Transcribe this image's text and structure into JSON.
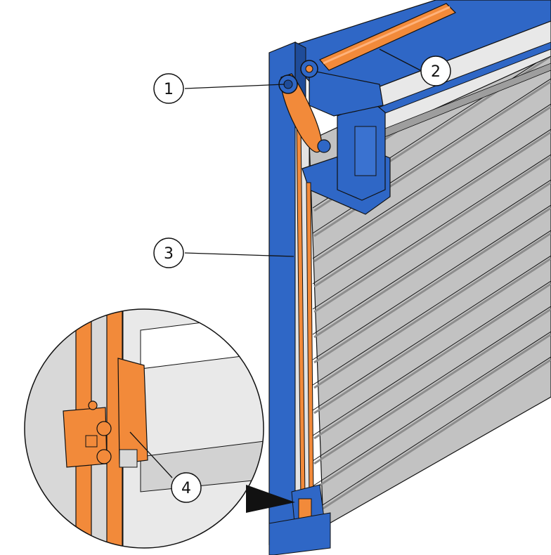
{
  "colors": {
    "frame_blue": "#2f67c6",
    "frame_blue_dark": "#1f4c99",
    "belt_orange": "#f28a3a",
    "belt_orange_dark": "#c9621d",
    "slat_grey": "#b9b9b9",
    "slat_light": "#d9d9d9",
    "slat_dark": "#8d8d8d",
    "outline": "#111111",
    "background": "#ffffff"
  },
  "callouts": [
    {
      "id": "1",
      "label": "1",
      "target": "belt-pulley"
    },
    {
      "id": "2",
      "label": "2",
      "target": "shaft"
    },
    {
      "id": "3",
      "label": "3",
      "target": "vertical-belt"
    },
    {
      "id": "4",
      "label": "4",
      "target": "belt-clamp-detail"
    }
  ],
  "detail_view": {
    "subject": "belt-clamp-zoom",
    "shape": "circle"
  }
}
